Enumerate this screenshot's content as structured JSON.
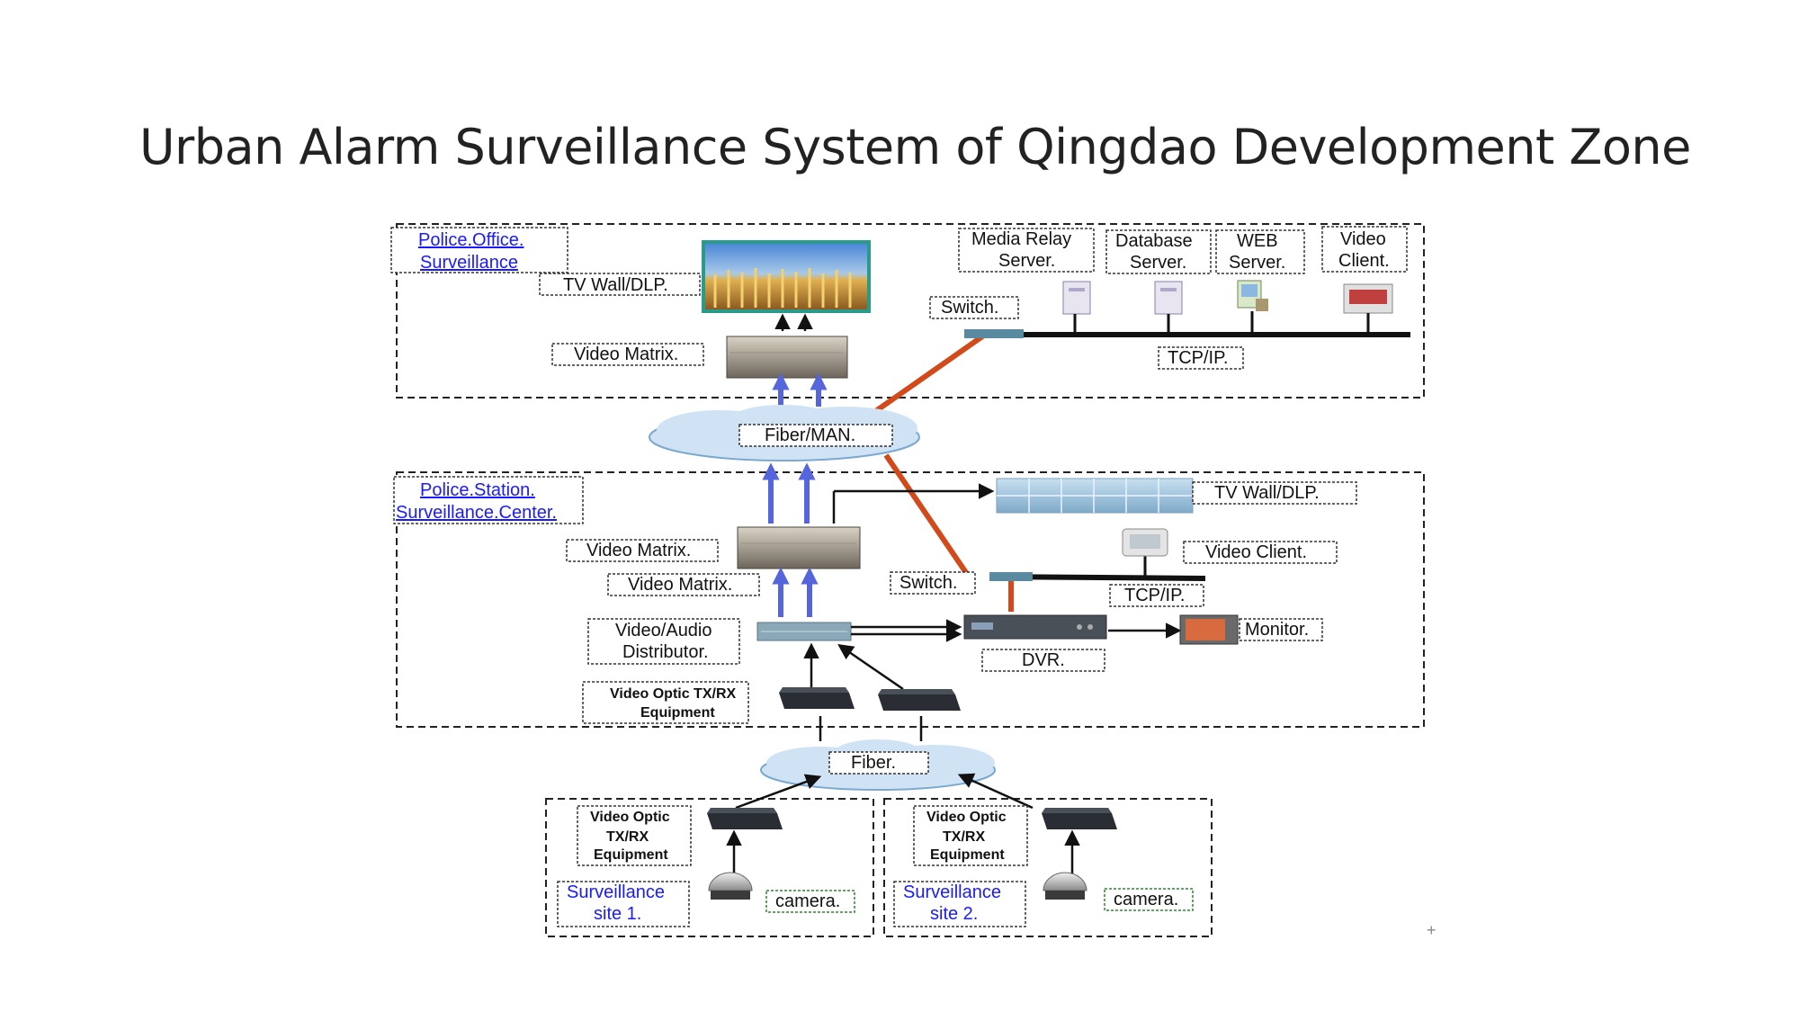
{
  "title": "Urban Alarm Surveillance System of Qingdao Development Zone",
  "zones": {
    "police_office": [
      "Police.Office.",
      "Surveillance"
    ],
    "police_station": [
      "Police.Station.",
      "Surveillance.Center."
    ]
  },
  "labels": {
    "tv_wall_top": "TV Wall/DLP.",
    "video_matrix_top": "Video Matrix.",
    "media_relay": [
      "Media Relay",
      "Server."
    ],
    "database": [
      "Database",
      "Server."
    ],
    "web": [
      "WEB",
      "Server."
    ],
    "video_client_top": [
      "Video",
      "Client."
    ],
    "switch_top": "Switch.",
    "tcpip_top": "TCP/IP.",
    "fiber_man": "Fiber/MAN.",
    "tv_wall_mid": "TV Wall/DLP.",
    "video_matrix_mid1": "Video Matrix.",
    "video_matrix_mid2": "Video Matrix.",
    "video_client_mid": "Video Client.",
    "switch_mid": "Switch.",
    "tcpip_mid": "TCP/IP.",
    "distributor": [
      "Video/Audio",
      "Distributor."
    ],
    "dvr": "DVR.",
    "monitor": "Monitor.",
    "optic_mid": [
      "Video Optic TX/RX",
      "Equipment"
    ],
    "fiber": "Fiber.",
    "optic_site1": [
      "Video Optic",
      "TX/RX",
      "Equipment"
    ],
    "optic_site2": [
      "Video Optic",
      "TX/RX",
      "Equipment"
    ],
    "site1": [
      "Surveillance",
      "site 1."
    ],
    "site2": [
      "Surveillance",
      "site 2."
    ],
    "camera1": "camera.",
    "camera2": "camera."
  },
  "colors": {
    "link_red": "#d24a1a",
    "arrow_blue": "#5566dd",
    "cloud": "#cfe3f5",
    "label_blue": "#1a1aff"
  }
}
